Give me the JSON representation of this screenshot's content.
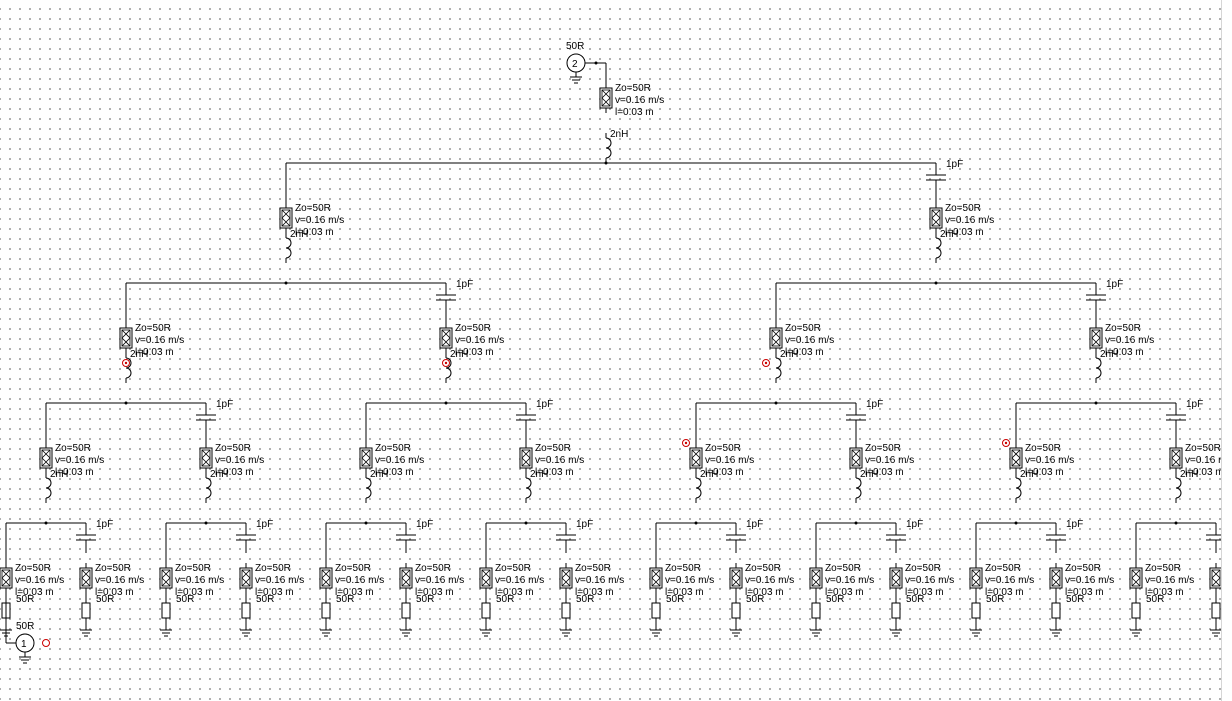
{
  "labels": {
    "port_ref": "50R",
    "tline_z": "Zo=50R",
    "tline_v": "v=0.16 m/s",
    "tline_l": "l=0.03 m",
    "inductor": "2nH",
    "capacitor": "1pF",
    "load": "50R"
  },
  "ports": {
    "input_number": "2",
    "output_number": "1"
  },
  "colors": {
    "wire": "#000000",
    "marker": "#cc0000",
    "grid_dot": "#9a9a9a"
  }
}
